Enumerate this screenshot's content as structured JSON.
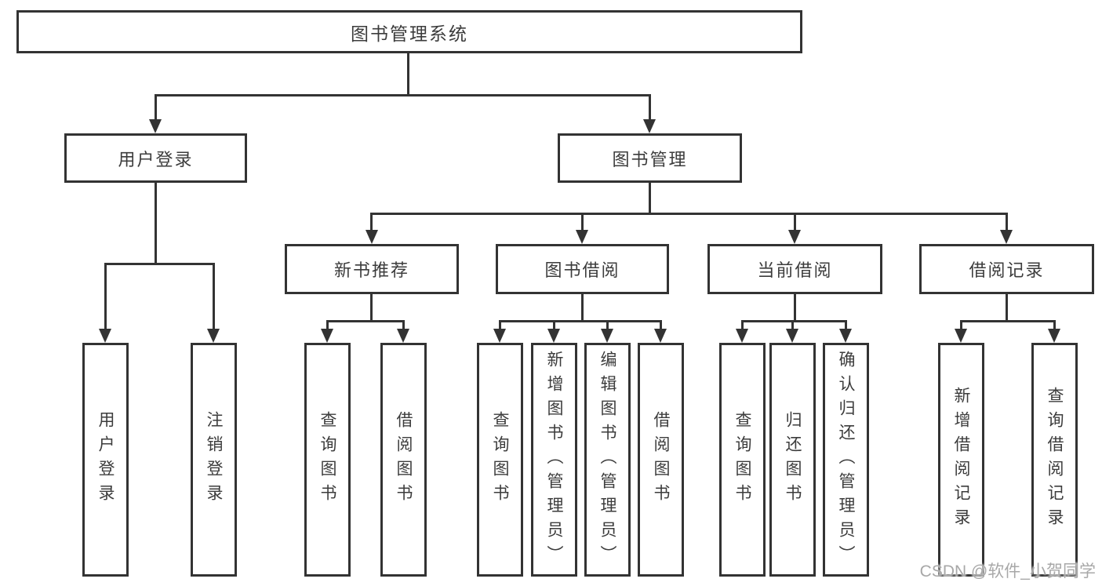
{
  "diagram": {
    "root": {
      "label": "图书管理系统"
    },
    "level2": [
      {
        "label": "用户登录"
      },
      {
        "label": "图书管理"
      }
    ],
    "level3": [
      {
        "label": "新书推荐"
      },
      {
        "label": "图书借阅"
      },
      {
        "label": "当前借阅"
      },
      {
        "label": "借阅记录"
      }
    ],
    "level4": [
      {
        "label": "用户登录"
      },
      {
        "label": "注销登录"
      },
      {
        "label": "查询图书"
      },
      {
        "label": "借阅图书"
      },
      {
        "label": "查询图书"
      },
      {
        "label": "新增图书（管理员）"
      },
      {
        "label": "编辑图书（管理员）"
      },
      {
        "label": "借阅图书"
      },
      {
        "label": "查询图书"
      },
      {
        "label": "归还图书"
      },
      {
        "label": "确认归还（管理员）"
      },
      {
        "label": "新增借阅记录"
      },
      {
        "label": "查询借阅记录"
      }
    ]
  },
  "watermark": "CSDN @软件_小贺同学",
  "colors": {
    "line": "#333333",
    "text": "#3c3c3c",
    "watermark": "#a8a8a8",
    "background": "#ffffff"
  }
}
